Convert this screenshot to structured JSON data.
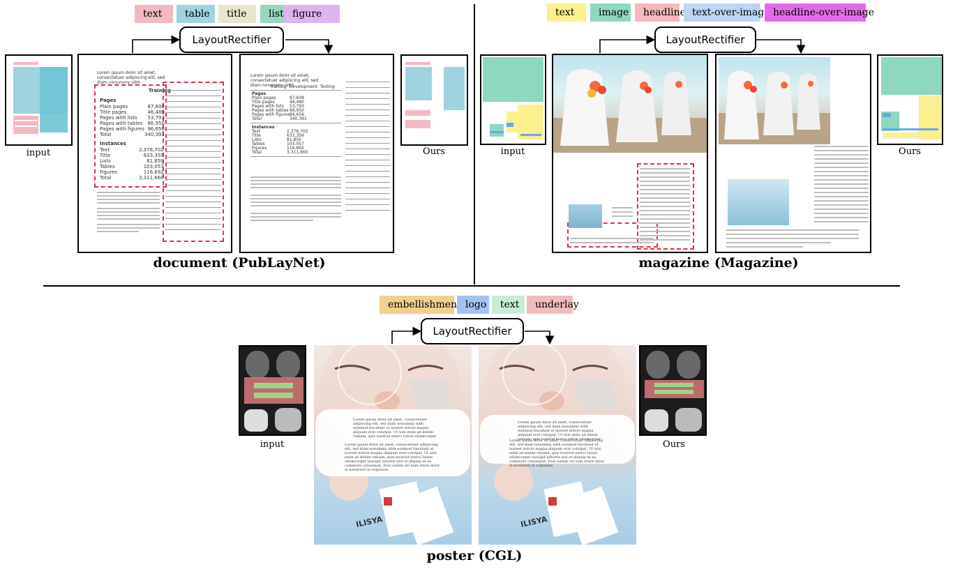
{
  "colors": {
    "text_pink": "#f4b8c3",
    "table_blue": "#9fd3e0",
    "title_beige": "#e7e6cc",
    "list_green": "#9ad8be",
    "figure_purple": "#ddb4ee",
    "mag_text_yellow": "#fbf08e",
    "mag_image_teal": "#8ed8c0",
    "mag_headline_pink": "#f5b8bc",
    "mag_text_over_image": "#bcd5f2",
    "mag_headline_over_image": "#e46be8",
    "poster_embellish": "#efd08e",
    "poster_logo": "#a3c2f2",
    "poster_text": "#c9ecd6",
    "poster_underlay": "#f0bcbc",
    "dashed_box": "#e0304a"
  },
  "document": {
    "legend": [
      "text",
      "table",
      "title",
      "list",
      "figure"
    ],
    "rectifier": "LayoutRectifier",
    "caption_input": "input",
    "caption_ours": "Ours",
    "title": "document (PubLayNet)",
    "table_header": "Training",
    "table_header2": [
      "Training",
      "Development",
      "Testing"
    ],
    "pages_label": "Pages",
    "pages_rows": [
      "Plain pages",
      "Title pages",
      "Pages with lists",
      "Pages with tables",
      "Pages with figures",
      "Total"
    ],
    "pages_values": [
      "87,608",
      "46,480",
      "53,793",
      "86,950",
      "96,656",
      "340,391"
    ],
    "instances_label": "Instances",
    "instance_rows": [
      "Text",
      "Title",
      "Lists",
      "Tables",
      "Figures",
      "Total"
    ],
    "instance_values": [
      "2,376,702",
      "633,359",
      "81,850",
      "103,057",
      "116,692",
      "3,311,660"
    ]
  },
  "magazine": {
    "legend": [
      "text",
      "image",
      "headline",
      "text-over-image",
      "headline-over-image"
    ],
    "rectifier": "LayoutRectifier",
    "caption_input": "input",
    "caption_ours": "Ours",
    "title": "magazine (Magazine)"
  },
  "poster": {
    "legend": [
      "embellishment",
      "logo",
      "text",
      "underlay"
    ],
    "rectifier": "LayoutRectifier",
    "caption_input": "input",
    "caption_ours": "Ours",
    "title": "poster (CGL)",
    "body1": "Lorem ipsum dolor sit amet, consectetuer adipiscing elit, sed diam nonummy nibh euismod tincidunt ut laoreet dolore magna aliquam erat volutpat. Ut wisi enim ad minim veniam, quis nostrud exerci tation ullamcorper",
    "body2": "Lorem ipsum dolor sit amet, consectetuer adipiscing elit, sed diam nonummy nibh euismod tincidunt ut laoreet dolore magna aliquam erat volutpat. Ut wisi enim ad minim veniam, quis nostrud exerci tation ullamcorper suscipit lobortis nisl ut aliquip ex ea commodo consequat. Duis autem vel eum iriure dolor in hendrerit in vulputate",
    "brand": "ILISYA"
  }
}
